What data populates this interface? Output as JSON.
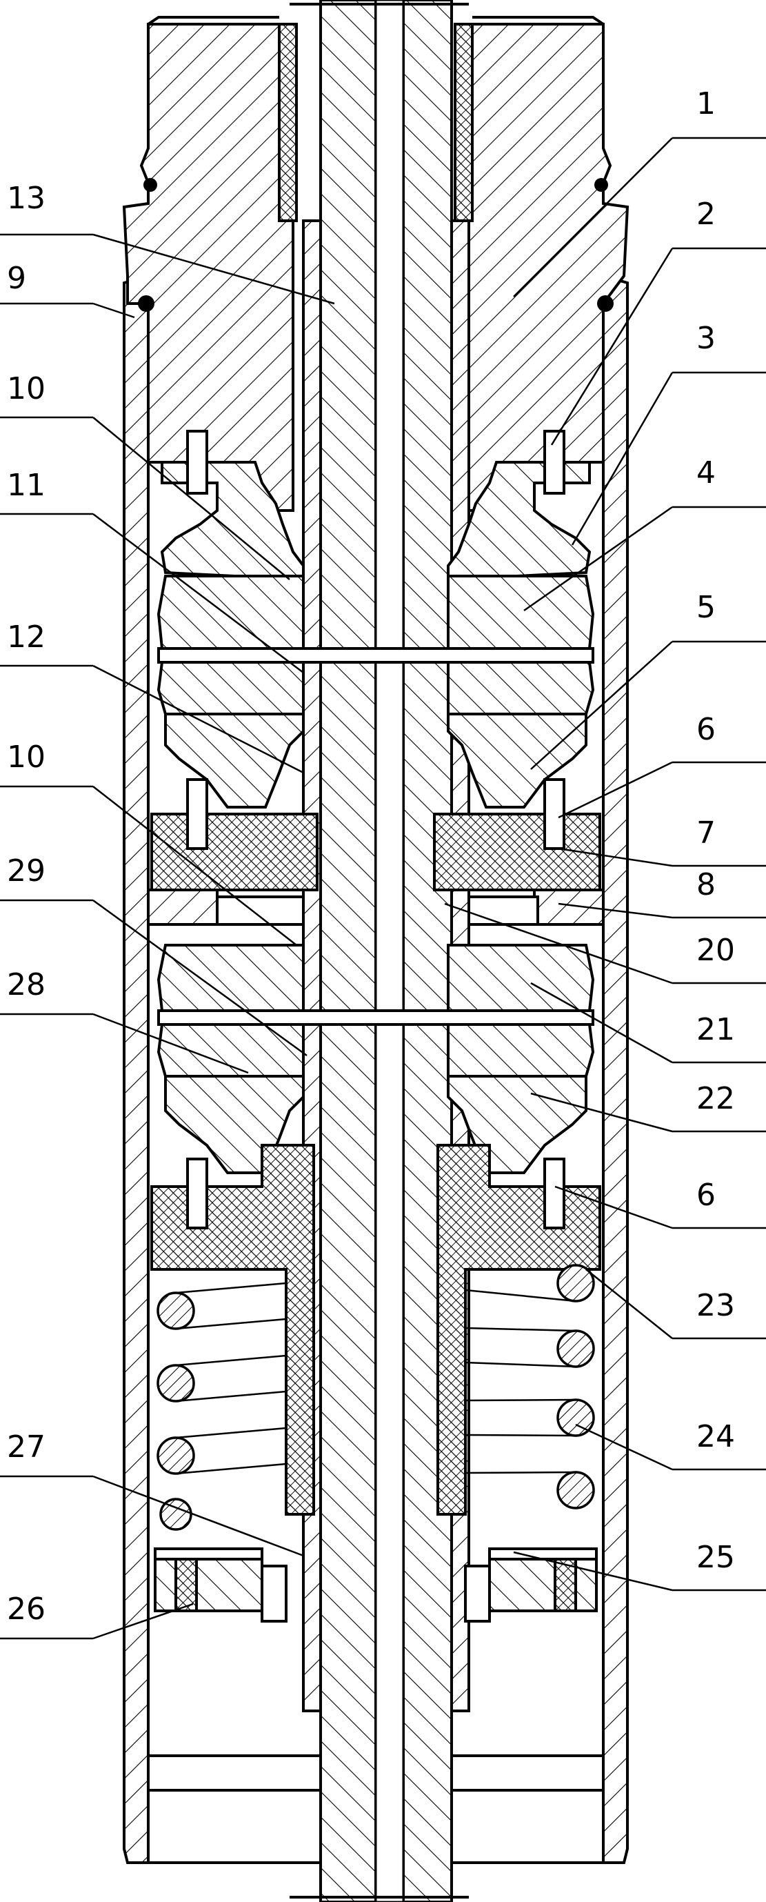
{
  "figure": {
    "callouts": [
      {
        "id": "c1",
        "label": "1",
        "side": "right"
      },
      {
        "id": "c2",
        "label": "2",
        "side": "right"
      },
      {
        "id": "c3",
        "label": "3",
        "side": "right"
      },
      {
        "id": "c4",
        "label": "4",
        "side": "right"
      },
      {
        "id": "c5",
        "label": "5",
        "side": "right"
      },
      {
        "id": "c6a",
        "label": "6",
        "side": "right"
      },
      {
        "id": "c7",
        "label": "7",
        "side": "right"
      },
      {
        "id": "c8",
        "label": "8",
        "side": "right"
      },
      {
        "id": "c20",
        "label": "20",
        "side": "right"
      },
      {
        "id": "c21",
        "label": "21",
        "side": "right"
      },
      {
        "id": "c22",
        "label": "22",
        "side": "right"
      },
      {
        "id": "c6b",
        "label": "6",
        "side": "right"
      },
      {
        "id": "c23",
        "label": "23",
        "side": "right"
      },
      {
        "id": "c24",
        "label": "24",
        "side": "right"
      },
      {
        "id": "c25",
        "label": "25",
        "side": "right"
      },
      {
        "id": "c13",
        "label": "13",
        "side": "left"
      },
      {
        "id": "c9",
        "label": "9",
        "side": "left"
      },
      {
        "id": "c10a",
        "label": "10",
        "side": "left"
      },
      {
        "id": "c11",
        "label": "11",
        "side": "left"
      },
      {
        "id": "c12",
        "label": "12",
        "side": "left"
      },
      {
        "id": "c10b",
        "label": "10",
        "side": "left"
      },
      {
        "id": "c29",
        "label": "29",
        "side": "left"
      },
      {
        "id": "c28",
        "label": "28",
        "side": "left"
      },
      {
        "id": "c27",
        "label": "27",
        "side": "left"
      },
      {
        "id": "c26",
        "label": "26",
        "side": "left"
      }
    ]
  }
}
